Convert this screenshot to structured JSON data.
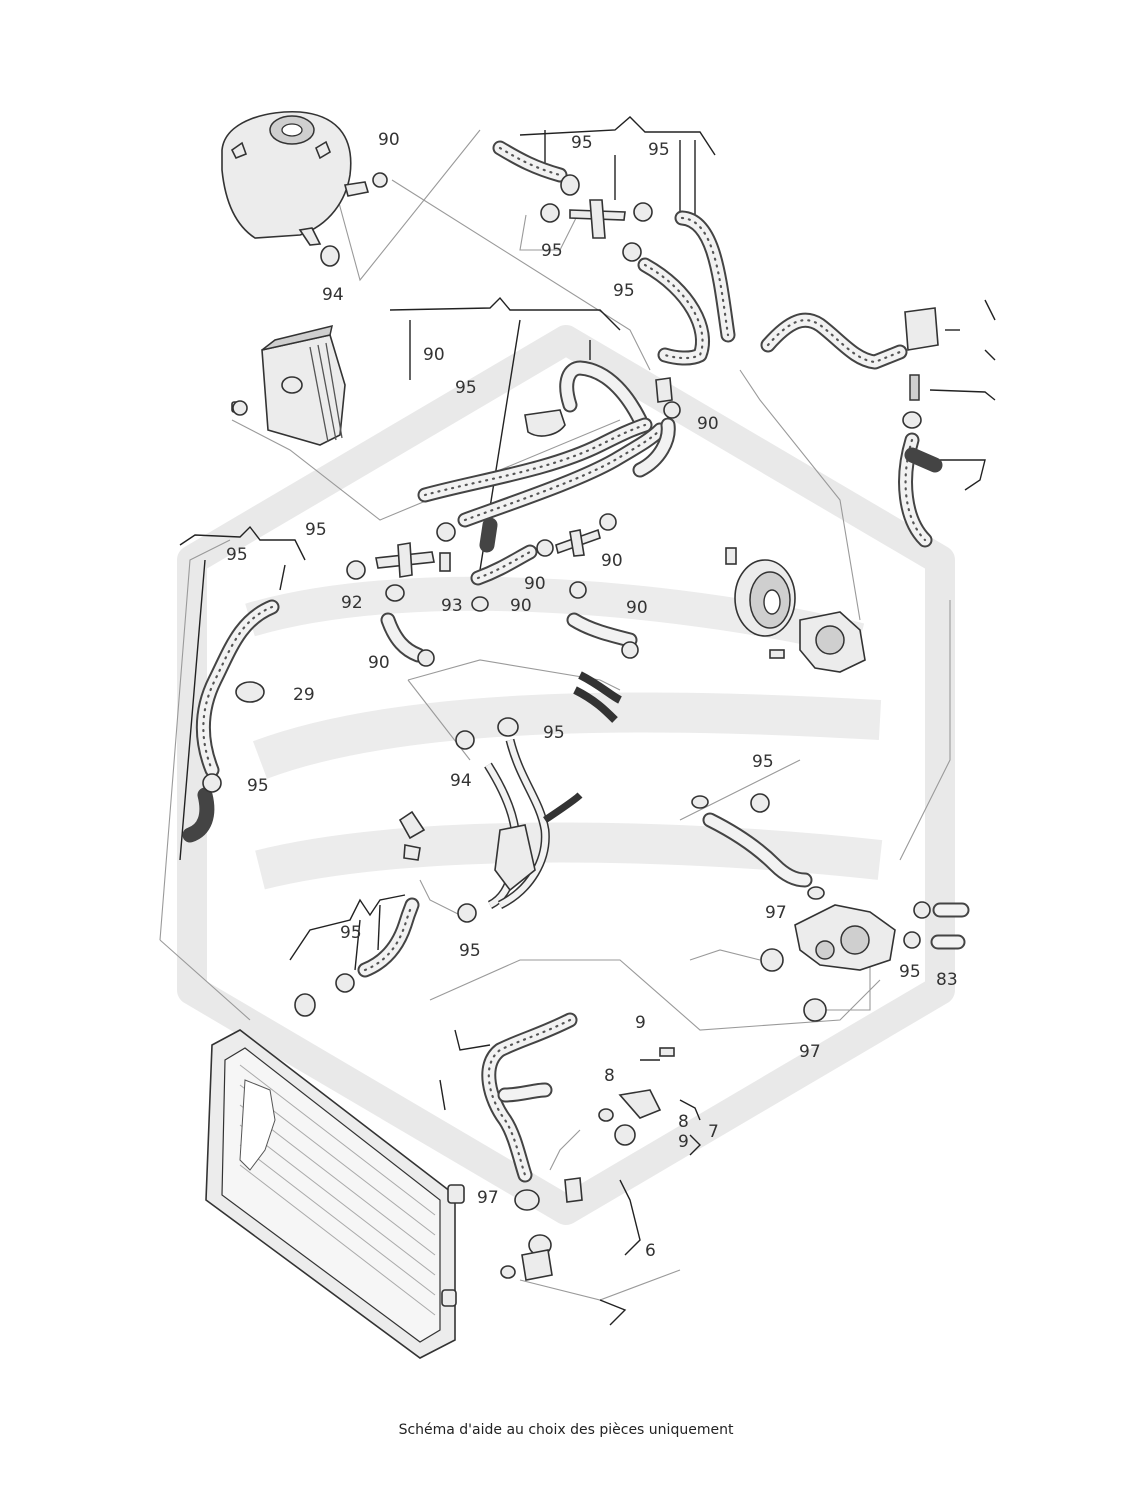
{
  "labels": {
    "tank_clamp": "90",
    "tank_outlet_clamp": "94",
    "top_clamp_a": "95",
    "top_clamp_b": "95",
    "top_clamp_c": "95",
    "top_clamp_d": "95",
    "pipe_label_90": "90",
    "pipe_label_95": "95",
    "mid_clamp_90": "90",
    "left_clamp_95": "95",
    "left_bracket_95": "95",
    "tee_clamp_92": "92",
    "sensor_93": "93",
    "mid_90_a": "90",
    "mid_90_b": "90",
    "mid_90_c": "90",
    "mid_90_d": "90",
    "lower_left_90": "90",
    "ring_29": "29",
    "lower_hose_95": "95",
    "crossover_95": "95",
    "crossover_94": "94",
    "right_pipe_95": "95",
    "lower_bracket_95": "95",
    "lower_center_95": "95",
    "housing_97": "97",
    "housing_95": "95",
    "housing_83": "83",
    "bottom_97": "97",
    "thermo_9_top": "9",
    "thermo_8_top": "8",
    "thermo_8": "8",
    "thermo_9": "9",
    "thermo_7": "7",
    "radiator_97": "97",
    "sensor_6": "6"
  },
  "caption": "Schéma d'aide au choix des pièces uniquement"
}
